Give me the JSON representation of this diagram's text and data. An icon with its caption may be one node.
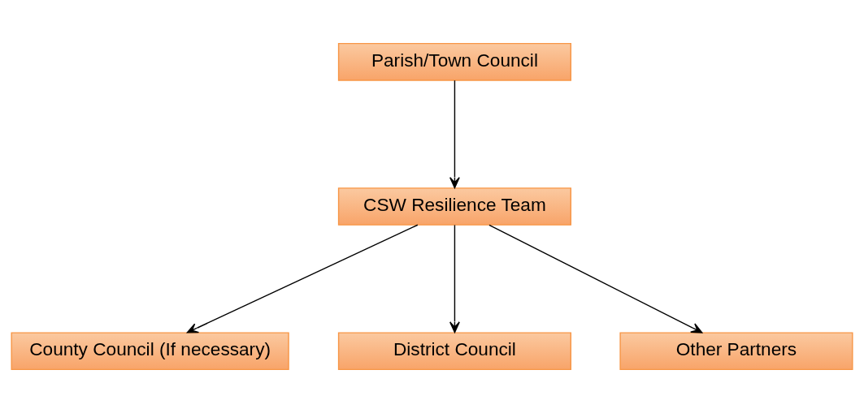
{
  "diagram": {
    "nodes": [
      {
        "text": [
          "Parish/Town Council"
        ]
      },
      {
        "text": [
          "CSW Resilience Team"
        ]
      },
      {
        "text": [
          "County Council (If necessary)"
        ]
      },
      {
        "text": [
          "District Council"
        ]
      },
      {
        "text": [
          "Other Partners"
        ]
      }
    ],
    "edges": [
      {
        "from": 0,
        "to": 1,
        "arrow": "to"
      },
      {
        "from": 1,
        "to": 2,
        "arrow": "to"
      },
      {
        "from": 1,
        "to": 3,
        "arrow": "to"
      },
      {
        "from": 1,
        "to": 4,
        "arrow": "to"
      }
    ]
  }
}
